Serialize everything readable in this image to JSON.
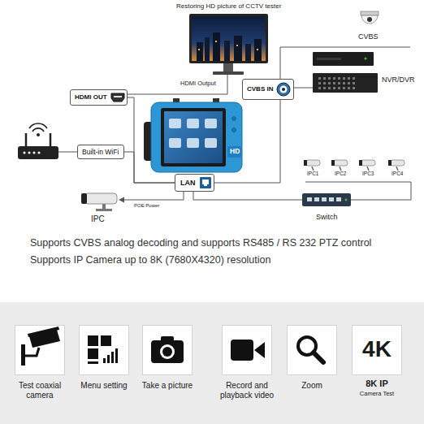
{
  "diagram": {
    "nodes": [
      {
        "text": [
          "HDMI OUT"
        ]
      },
      {
        "text": [
          "CVBS IN"
        ]
      },
      {
        "text": [
          "Built-in WiFi"
        ]
      },
      {
        "text": [
          "LAN"
        ]
      },
      {
        "text": [
          "Test coaxial camera"
        ]
      },
      {
        "text": [
          "Menu setting"
        ]
      },
      {
        "text": [
          "Take a picture"
        ]
      },
      {
        "text": [
          "Record and playback video"
        ]
      },
      {
        "text": [
          "Zoom"
        ]
      },
      {
        "text": [
          "4K",
          "8K IP",
          "Camera Test"
        ]
      }
    ],
    "edges": [
      {
        "from": 0,
        "to": 3,
        "arrow": "none"
      },
      {
        "from": 2,
        "to": 3,
        "arrow": "none"
      },
      {
        "from": 1,
        "to": 3,
        "arrow": "none"
      }
    ],
    "labels": [
      "Restoring HD picture of CCTV tester",
      "HDMI Output",
      "CVBS",
      "NVR/DVR",
      "HD",
      "IPC1",
      "IPC2",
      "IPC3",
      "IPC4",
      "Switch",
      "IPC",
      "POE Power",
      "Supports CVBS analog decoding and supports RS485 / RS 232 PTZ control",
      "Supports IP Camera up to 8K (7680X4320) resolution"
    ]
  }
}
